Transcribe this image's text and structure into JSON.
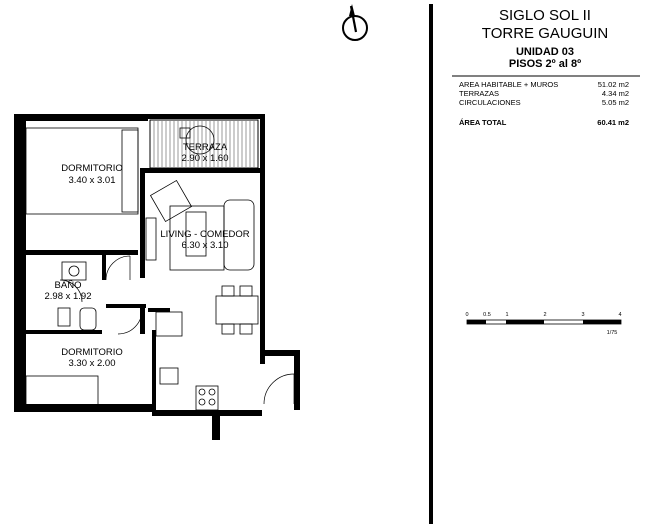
{
  "project": {
    "name": "SIGLO SOL II",
    "tower": "TORRE GAUGUIN",
    "unit": "UNIDAD 03",
    "floors": "PISOS 2º al 8º"
  },
  "areas": [
    {
      "label": "AREA HABITABLE + MUROS",
      "value": "51.02 m2"
    },
    {
      "label": "TERRAZAS",
      "value": "4.34 m2"
    },
    {
      "label": "CIRCULACIONES",
      "value": "5.05 m2"
    }
  ],
  "total": {
    "label": "ÁREA TOTAL",
    "value": "60.41 m2"
  },
  "rooms": [
    {
      "name": "DORMITORIO",
      "size": "3.40 x 3.01"
    },
    {
      "name": "TERRAZA",
      "size": "2.90 x 1.60"
    },
    {
      "name": "LIVING - COMEDOR",
      "size": "6.30 x 3.10"
    },
    {
      "name": "BAÑO",
      "size": "2.98 x 1.92"
    },
    {
      "name": "DORMITORIO",
      "size": "3.30 x 2.00"
    }
  ],
  "scale": {
    "ticks": [
      "0",
      "0.5",
      "1",
      "2",
      "3",
      "4"
    ],
    "ratio": "1/75"
  },
  "colors": {
    "ink": "#000000",
    "paper": "#ffffff",
    "hatch": "#555555"
  },
  "north_icon": "north-arrow-icon"
}
